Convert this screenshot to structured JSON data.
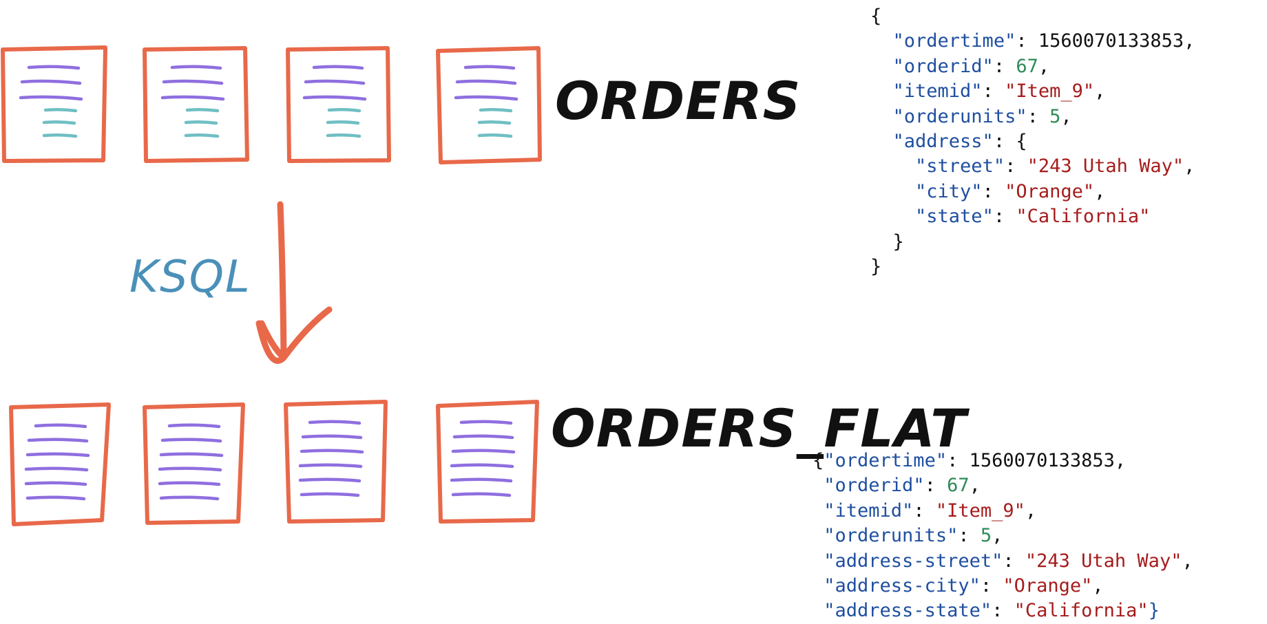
{
  "streams": {
    "source": {
      "label": "ORDERS"
    },
    "target": {
      "label": "ORDERS_FLAT"
    }
  },
  "transform": {
    "label": "KSQL"
  },
  "colors": {
    "card_border": "#e8694a",
    "line_purple": "#8f6fe0",
    "line_teal": "#6fbfc3",
    "arrow": "#e8694a",
    "ksql_text": "#4a90b8",
    "json_key": "#1f4fa0",
    "json_string": "#a61c1c",
    "json_number": "#2e8b57"
  },
  "icons": {
    "card": "document-icon",
    "arrow": "arrow-down-icon"
  },
  "json_nested": {
    "open": "{",
    "close": "}",
    "ordertime": {
      "key": "\"ordertime\"",
      "sep": ": ",
      "value": "1560070133853",
      "end": ","
    },
    "orderid": {
      "key": "\"orderid\"",
      "sep": ": ",
      "value": "67",
      "end": ","
    },
    "itemid": {
      "key": "\"itemid\"",
      "sep": ": ",
      "value": "\"Item_9\"",
      "end": ","
    },
    "orderunits": {
      "key": "\"orderunits\"",
      "sep": ": ",
      "value": "5",
      "end": ","
    },
    "address": {
      "key": "\"address\"",
      "sep": ": ",
      "open": "{",
      "close": "}"
    },
    "street": {
      "key": "\"street\"",
      "sep": ": ",
      "value": "\"243 Utah Way\"",
      "end": ","
    },
    "city": {
      "key": "\"city\"",
      "sep": ": ",
      "value": "\"Orange\"",
      "end": ","
    },
    "state": {
      "key": "\"state\"",
      "sep": ": ",
      "value": "\"California\""
    }
  },
  "json_flat": {
    "open": "{",
    "close": "}",
    "ordertime": {
      "key": "\"ordertime\"",
      "sep": ": ",
      "value": "1560070133853",
      "end": ","
    },
    "orderid": {
      "key": "\"orderid\"",
      "sep": ": ",
      "value": "67",
      "end": ","
    },
    "itemid": {
      "key": "\"itemid\"",
      "sep": ": ",
      "value": "\"Item_9\"",
      "end": ","
    },
    "orderunits": {
      "key": "\"orderunits\"",
      "sep": ": ",
      "value": "5",
      "end": ","
    },
    "address_street": {
      "key": "\"address-street\"",
      "sep": ": ",
      "value": "\"243 Utah Way\"",
      "end": ","
    },
    "address_city": {
      "key": "\"address-city\"",
      "sep": ": ",
      "value": "\"Orange\"",
      "end": ","
    },
    "address_state": {
      "key": "\"address-state\"",
      "sep": ": ",
      "value": "\"California\""
    }
  }
}
